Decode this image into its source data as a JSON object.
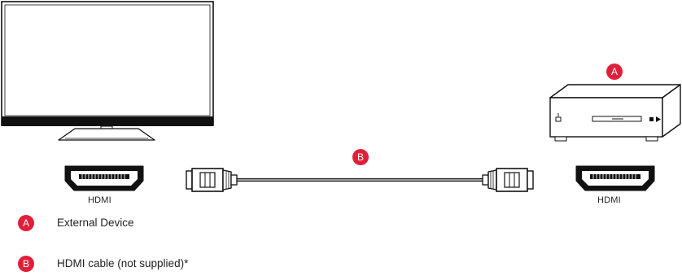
{
  "colors": {
    "badge": "#e0203a",
    "line": "#111111",
    "fill_light": "#f2f2f2"
  },
  "badges": {
    "device": "A",
    "cable": "B"
  },
  "ports": {
    "tv_label": "HDMI",
    "device_label": "HDMI"
  },
  "legend": [
    {
      "marker": "A",
      "text": "External Device"
    },
    {
      "marker": "B",
      "text": "HDMI cable (not supplied)*"
    }
  ],
  "icons": {
    "tv": "tv-icon",
    "device": "blu-ray-player-icon",
    "port": "hdmi-port-icon",
    "cable": "hdmi-cable-icon"
  }
}
